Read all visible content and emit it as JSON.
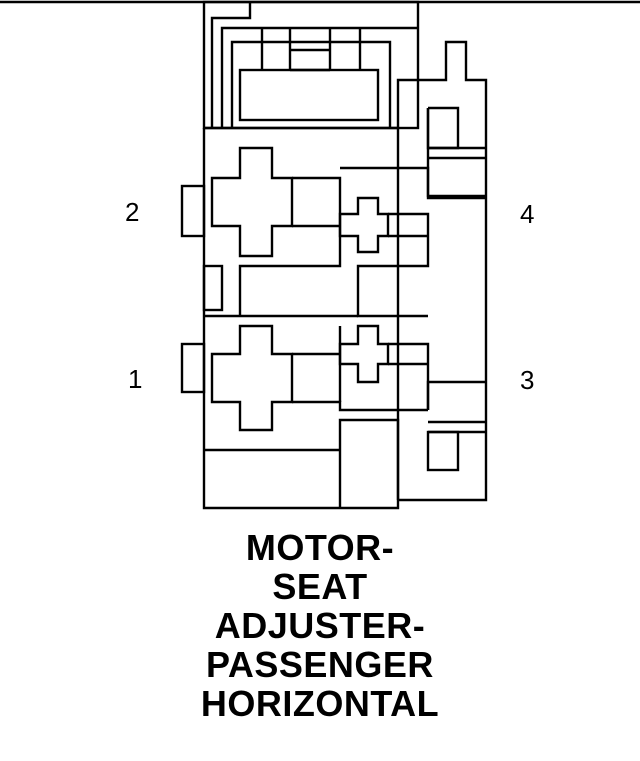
{
  "pin_labels": {
    "pin1": "1",
    "pin2": "2",
    "pin3": "3",
    "pin4": "4"
  },
  "caption": {
    "line1": "MOTOR-",
    "line2": "SEAT",
    "line3": "ADJUSTER-",
    "line4": "PASSENGER",
    "line5": "HORIZONTAL"
  },
  "colors": {
    "stroke": "#000000",
    "background": "#ffffff"
  }
}
